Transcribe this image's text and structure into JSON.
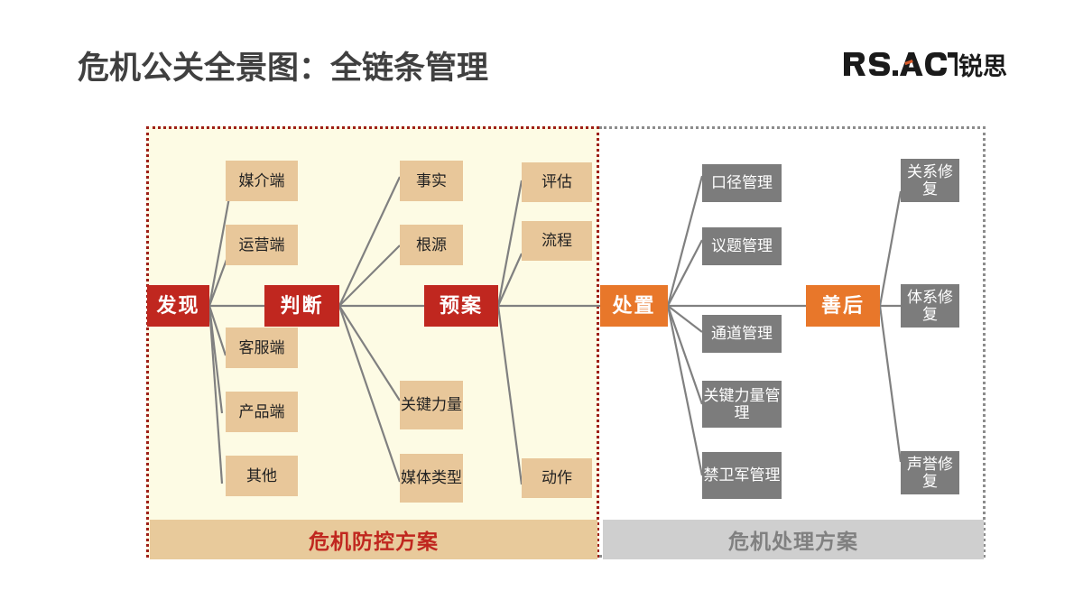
{
  "header": {
    "title": "危机公关全景图：全链条管理",
    "logo_latin": "RS.ACT",
    "logo_cn": "锐思"
  },
  "colors": {
    "red": "#c0271f",
    "orange": "#e8772a",
    "tan": "#e8c79a",
    "gray": "#7c7c7c",
    "cream_bg": "#fdfbe4",
    "banner_tan": "#e8ca9b",
    "banner_gray": "#cfcfcf",
    "title_gray": "#404040",
    "wire_gray": "#808080"
  },
  "banners": {
    "left": "危机防控方案",
    "right": "危机处理方案"
  },
  "stages": [
    {
      "id": "discover",
      "label": "发现",
      "type": "red"
    },
    {
      "id": "judge",
      "label": "判断",
      "type": "red"
    },
    {
      "id": "plan",
      "label": "预案",
      "type": "red"
    },
    {
      "id": "handle",
      "label": "处置",
      "type": "orange"
    },
    {
      "id": "aftercare",
      "label": "善后",
      "type": "orange"
    }
  ],
  "branches": {
    "discover": [
      {
        "label": "媒介端",
        "type": "tan"
      },
      {
        "label": "运营端",
        "type": "tan"
      },
      {
        "label": "客服端",
        "type": "tan"
      },
      {
        "label": "产品端",
        "type": "tan"
      },
      {
        "label": "其他",
        "type": "tan"
      }
    ],
    "judge": [
      {
        "label": "事实",
        "type": "tan"
      },
      {
        "label": "根源",
        "type": "tan"
      },
      {
        "label": "关键力量",
        "type": "tan"
      },
      {
        "label": "媒体类型",
        "type": "tan"
      }
    ],
    "plan": [
      {
        "label": "评估",
        "type": "tan"
      },
      {
        "label": "流程",
        "type": "tan"
      },
      {
        "label": "动作",
        "type": "tan"
      }
    ],
    "handle": [
      {
        "label": "口径管理",
        "type": "gray"
      },
      {
        "label": "议题管理",
        "type": "gray"
      },
      {
        "label": "通道管理",
        "type": "gray"
      },
      {
        "label": "关键力量管理",
        "type": "gray"
      },
      {
        "label": "禁卫军管理",
        "type": "gray"
      }
    ],
    "aftercare": [
      {
        "label": "关系修复",
        "type": "gray"
      },
      {
        "label": "体系修复",
        "type": "gray"
      },
      {
        "label": "声誉修复",
        "type": "gray"
      }
    ]
  }
}
